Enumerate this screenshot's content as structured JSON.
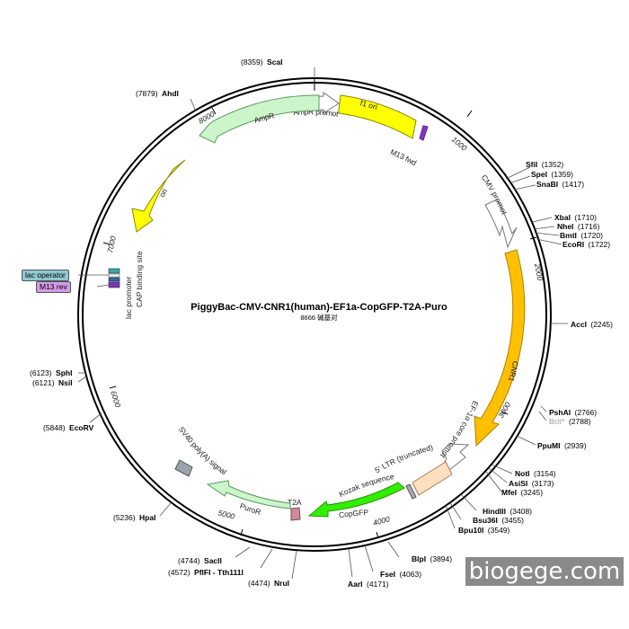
{
  "title": "PiggyBac-CMV-CNR1(human)-EF1a-CopGFP-T2A-Puro",
  "length_label": "8666 碱基对",
  "ticks": [
    "1000",
    "2000",
    "3000",
    "4000",
    "5000",
    "6000",
    "7000",
    "8000"
  ],
  "features": [
    {
      "label": "f1 ori",
      "color": "#ffff00"
    },
    {
      "label": "AmpR promoter",
      "color": "#ffffff"
    },
    {
      "label": "AmpR",
      "color": "#ccf5cc"
    },
    {
      "label": "ori",
      "color": "#ffff00"
    },
    {
      "label": "CMV promoter",
      "color": "#ffffff"
    },
    {
      "label": "CNR1",
      "color": "#ffc000"
    },
    {
      "label": "EF-1α core promoter",
      "color": "#ffffff"
    },
    {
      "label": "5' LTR (truncated)",
      "color": "#ffdfc0"
    },
    {
      "label": "Kozak sequence",
      "color": "#aaaaaa"
    },
    {
      "label": "CopGFP",
      "color": "#33ee00"
    },
    {
      "label": "T2A",
      "color": "#d08aa0"
    },
    {
      "label": "PuroR",
      "color": "#ccf5cc"
    },
    {
      "label": "SV40 poly(A) signal",
      "color": "#9aa3ad"
    },
    {
      "label": "M13 fwd",
      "color": "#8833cc"
    },
    {
      "label": "lac promoter",
      "color": "#ffffff"
    },
    {
      "label": "CAP binding site",
      "color": "#ffffff"
    }
  ],
  "sites": [
    {
      "name": "ScaI",
      "pos": "(8359)"
    },
    {
      "name": "AhdI",
      "pos": "(7879)"
    },
    {
      "name": "SfiI",
      "pos": "(1352)"
    },
    {
      "name": "SpeI",
      "pos": "(1359)"
    },
    {
      "name": "SnaBI",
      "pos": "(1417)"
    },
    {
      "name": "XbaI",
      "pos": "(1710)"
    },
    {
      "name": "NheI",
      "pos": "(1716)"
    },
    {
      "name": "BmtI",
      "pos": "(1720)"
    },
    {
      "name": "EcoRI",
      "pos": "(1722)"
    },
    {
      "name": "AccI",
      "pos": "(2245)"
    },
    {
      "name": "PshAI",
      "pos": "(2766)"
    },
    {
      "name": "BclI*",
      "pos": "(2788)"
    },
    {
      "name": "PpuMI",
      "pos": "(2939)"
    },
    {
      "name": "NotI",
      "pos": "(3154)"
    },
    {
      "name": "AsiSI",
      "pos": "(3173)"
    },
    {
      "name": "MfeI",
      "pos": "(3245)"
    },
    {
      "name": "HindIII",
      "pos": "(3408)"
    },
    {
      "name": "Bsu36I",
      "pos": "(3455)"
    },
    {
      "name": "Bpu10I",
      "pos": "(3549)"
    },
    {
      "name": "BlpI",
      "pos": "(3894)"
    },
    {
      "name": "FseI",
      "pos": "(4063)"
    },
    {
      "name": "AarI",
      "pos": "(4171)"
    },
    {
      "name": "NruI",
      "pos": "(4474)"
    },
    {
      "name": "PflFI - Tth111I",
      "pos": "(4572)"
    },
    {
      "name": "SacII",
      "pos": "(4744)"
    },
    {
      "name": "HpaI",
      "pos": "(5236)"
    },
    {
      "name": "EcoRV",
      "pos": "(5848)"
    },
    {
      "name": "SphI",
      "pos": "(6123)"
    },
    {
      "name": "NsiI",
      "pos": "(6121)"
    }
  ],
  "badges": {
    "lac_operator": "lac operator",
    "m13_rev": "M13 rev"
  },
  "colors": {
    "lac_operator": "#8fc8d0",
    "m13_rev": "#d49ae8"
  },
  "watermark": "biogege.com"
}
